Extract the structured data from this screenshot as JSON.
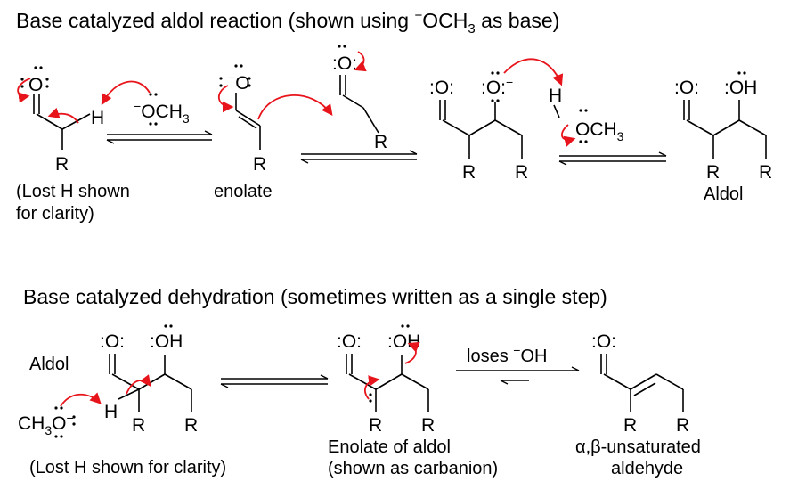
{
  "titles": {
    "aldol_a": "Base catalyzed aldol reaction (shown using ",
    "aldol_minus": "−",
    "aldol_b": "OCH",
    "aldol_sub": "3",
    "aldol_c": " as base)",
    "dehydration": "Base catalyzed dehydration (sometimes written as a single step)"
  },
  "atoms": {
    "O": "O",
    "H": "H",
    "R": "R",
    "OH": "OH",
    "minus": "−",
    "OCH": "OCH",
    "three": "3",
    "CH": "CH",
    "O_colon": ":O:",
    "colon_O": ":O",
    "colon_OH": ":OH",
    "O_colon_only": ":O:"
  },
  "captions": {
    "lost_h_1": "(Lost H shown",
    "lost_h_2": "for clarity)",
    "enolate": "enolate",
    "aldol_product": "Aldol",
    "aldol_label": "Aldol",
    "lost_h_full": "(Lost H shown for clarity)",
    "enolate_of_aldol_1": "Enolate of aldol",
    "enolate_of_aldol_2": "(shown as carbanion)",
    "loses_oh_a": "loses ",
    "loses_oh_minus": "−",
    "loses_oh_b": "OH",
    "unsat_1": "α,β-unsaturated",
    "unsat_2": "aldehyde"
  },
  "colors": {
    "curved_arrow": "#e8141b",
    "ink": "#000000"
  }
}
